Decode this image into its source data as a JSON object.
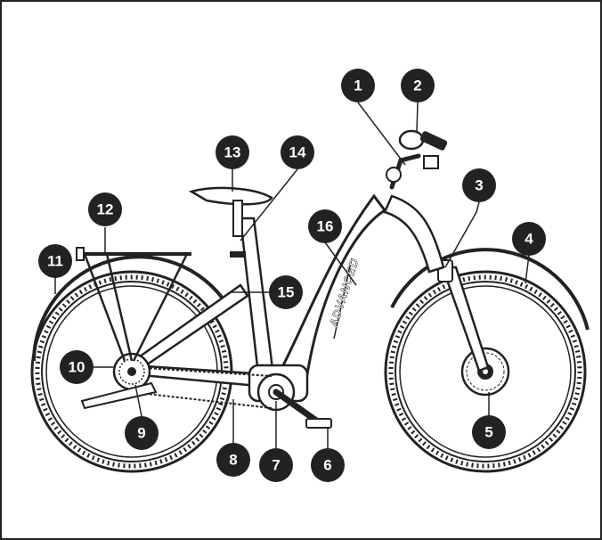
{
  "diagram": {
    "frame_brand_text": "ADVANCED",
    "callouts": [
      {
        "id": "callout-1",
        "label": "1"
      },
      {
        "id": "callout-2",
        "label": "2"
      },
      {
        "id": "callout-3",
        "label": "3"
      },
      {
        "id": "callout-4",
        "label": "4"
      },
      {
        "id": "callout-5",
        "label": "5"
      },
      {
        "id": "callout-6",
        "label": "6"
      },
      {
        "id": "callout-7",
        "label": "7"
      },
      {
        "id": "callout-8",
        "label": "8"
      },
      {
        "id": "callout-9",
        "label": "9"
      },
      {
        "id": "callout-10",
        "label": "10"
      },
      {
        "id": "callout-11",
        "label": "11"
      },
      {
        "id": "callout-12",
        "label": "12"
      },
      {
        "id": "callout-13",
        "label": "13"
      },
      {
        "id": "callout-14",
        "label": "14"
      },
      {
        "id": "callout-15",
        "label": "15"
      },
      {
        "id": "callout-16",
        "label": "16"
      }
    ]
  }
}
